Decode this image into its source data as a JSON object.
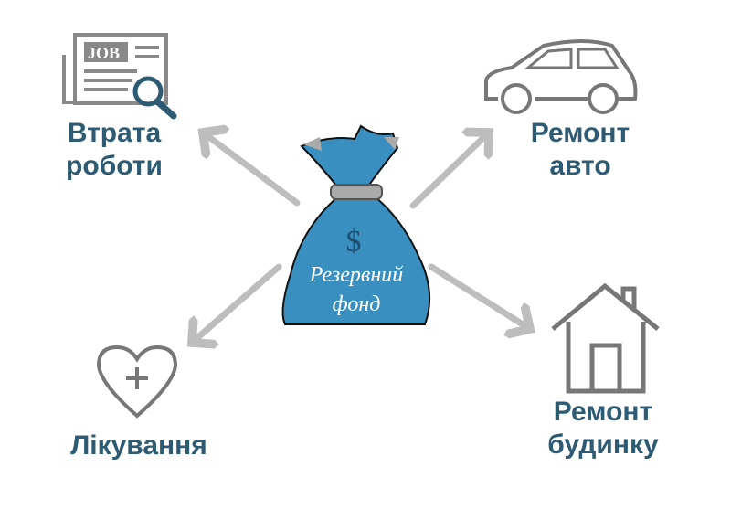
{
  "center": {
    "line1": "Резервний",
    "line2": "фонд",
    "symbol": "$"
  },
  "items": [
    {
      "line1": "Втрата",
      "line2": "роботи",
      "icon": "job-search-icon",
      "icon_text": "JOB"
    },
    {
      "line1": "Ремонт",
      "line2": "авто",
      "icon": "car-icon"
    },
    {
      "line1": "Лікування",
      "icon": "heart-plus-icon"
    },
    {
      "line1": "Ремонт",
      "line2": "будинку",
      "icon": "house-icon"
    }
  ],
  "colors": {
    "bag": "#3a8fc1",
    "label": "#2e5b74",
    "arrow": "#bdbdbd",
    "icon": "#777777"
  }
}
